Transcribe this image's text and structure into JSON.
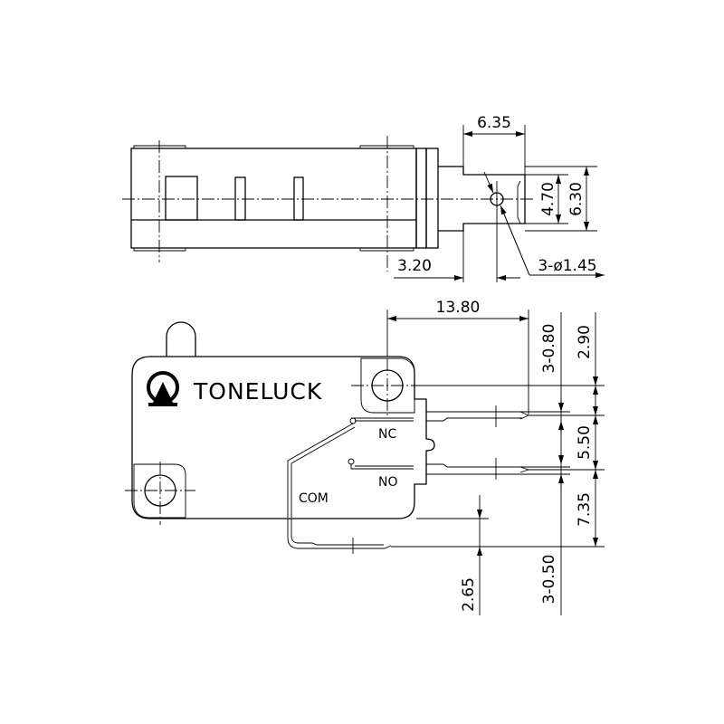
{
  "brand": {
    "name": "TONELUCK",
    "logo_icon": "toneluck-logo-icon"
  },
  "terminals": {
    "nc": "NC",
    "no": "NO",
    "com": "COM"
  },
  "top_view": {
    "dim_terminal_length": "6.35",
    "dim_slot_width": "4.70",
    "dim_terminal_width": "6.30",
    "dim_hole_offset": "3.20",
    "dim_hole": "3-ø1.45"
  },
  "side_view": {
    "dim_mount_to_tip": "13.80",
    "dim_thickness_top": "3-0.80",
    "dim_mount_to_nc": "2.90",
    "dim_nc_to_no": "5.50",
    "dim_no_to_com": "7.35",
    "dim_com_offset": "2.65",
    "dim_thickness_bottom": "3-0.50"
  }
}
